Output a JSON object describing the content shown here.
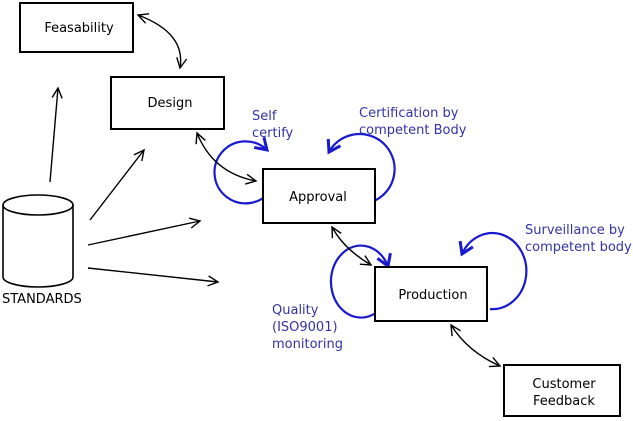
{
  "colors": {
    "line": "#000000",
    "loop_arrow": "#1919cf",
    "annotation_text": "#3333a6",
    "background": "#ffffff"
  },
  "boxes": {
    "feasability": {
      "label": "Feasability"
    },
    "design": {
      "label": "Design"
    },
    "approval": {
      "label": "Approval"
    },
    "production": {
      "label": "Production"
    },
    "customer_feedback": {
      "line1": "Customer",
      "line2": "Feedback"
    }
  },
  "database": {
    "label": "STANDARDS"
  },
  "annotations": {
    "self_certify": {
      "line1": "Self",
      "line2": "certify"
    },
    "certification": {
      "line1": "Certification by",
      "line2": "competent Body"
    },
    "surveillance": {
      "line1": "Surveillance by",
      "line2": "competent body"
    },
    "quality": {
      "line1": "Quality",
      "line2": "(ISO9001)",
      "line3": "monitoring"
    }
  }
}
